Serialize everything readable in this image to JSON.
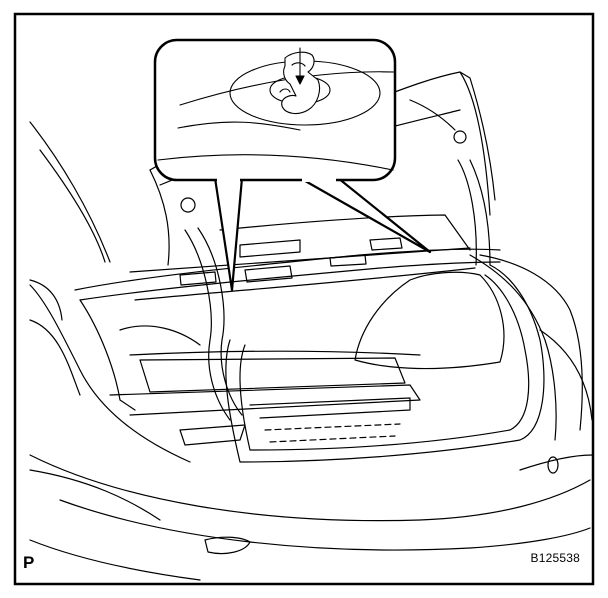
{
  "labels": {
    "corner_letter": "P",
    "figure_code": "B125538"
  },
  "colors": {
    "line": "#000000",
    "background": "#ffffff"
  },
  "icons": {
    "trunk_illustration": "car-trunk-line-drawing",
    "detail_callout": "clip-detail-callout",
    "clip": "trim-clip-icon"
  }
}
